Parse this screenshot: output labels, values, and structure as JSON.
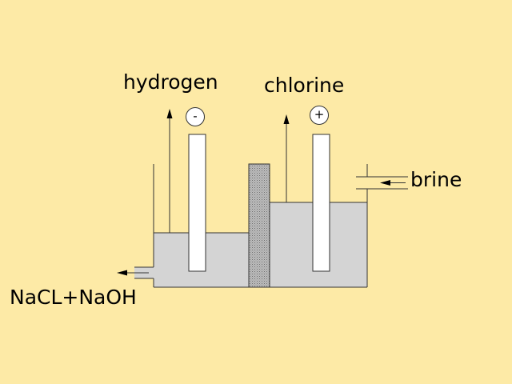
{
  "colors": {
    "background": "#fdeaa6",
    "electrolyte": "#d4d4d4",
    "electrode": "#ffffff",
    "membrane": "#bdbdbd",
    "stroke": "#333333"
  },
  "labels": {
    "hydrogen": "hydrogen",
    "chlorine": "chlorine",
    "brine": "brine",
    "outlet": "NaCL+NaOH"
  },
  "electrodes": {
    "cathode_sign": "-",
    "anode_sign": "+"
  },
  "icons": {
    "membrane": "hatched-membrane",
    "gas_flow": "arrow-up",
    "liquid_flow": "arrow-left"
  }
}
